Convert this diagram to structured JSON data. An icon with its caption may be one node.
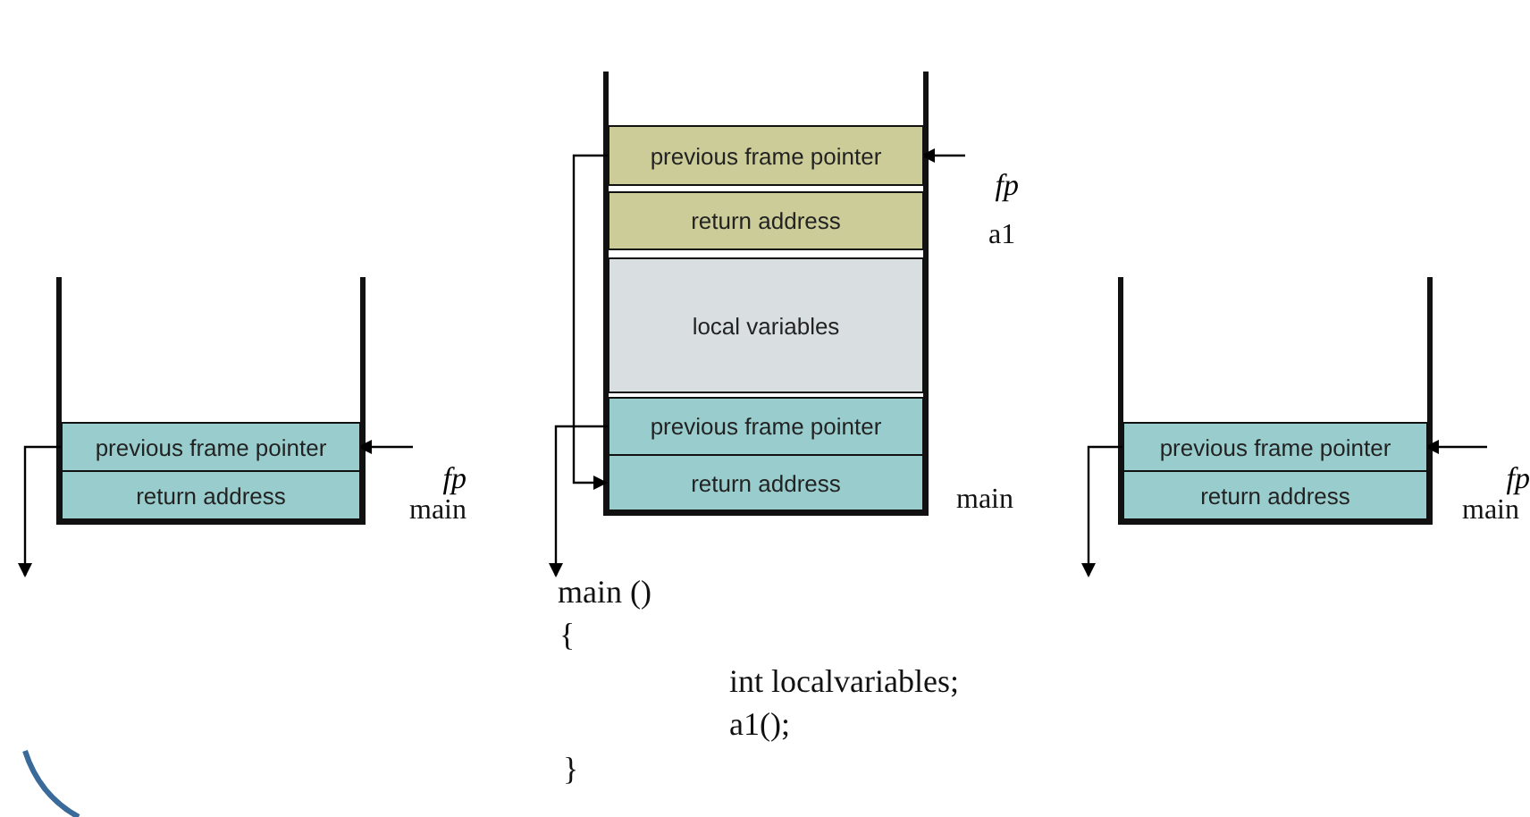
{
  "diagram": {
    "nodes": [
      {
        "text": [
          "previous frame pointer"
        ]
      },
      {
        "text": [
          "return address"
        ]
      },
      {
        "text": [
          "fp"
        ]
      },
      {
        "text": [
          "previous frame pointer"
        ]
      },
      {
        "text": [
          "return address"
        ]
      },
      {
        "text": [
          "local variables"
        ]
      },
      {
        "text": [
          "previous frame pointer"
        ]
      },
      {
        "text": [
          "return address"
        ]
      },
      {
        "text": [
          "fp"
        ]
      },
      {
        "text": [
          "previous frame pointer"
        ]
      },
      {
        "text": [
          "return address"
        ]
      },
      {
        "text": [
          "fp"
        ]
      },
      {
        "text": [
          "main ()"
        ]
      }
    ],
    "edges": [
      {
        "from": 2,
        "to": 0,
        "arrow": "to"
      },
      {
        "from": 0,
        "to": null,
        "arrow": "to"
      },
      {
        "from": 8,
        "to": 3,
        "arrow": "to"
      },
      {
        "from": 3,
        "to": 7,
        "arrow": "to"
      },
      {
        "from": 6,
        "to": 12,
        "arrow": "to"
      },
      {
        "from": 11,
        "to": 9,
        "arrow": "to"
      },
      {
        "from": 9,
        "to": null,
        "arrow": "to"
      }
    ],
    "labels": [
      "main",
      "a1",
      "main",
      "main",
      "{",
      "int localvariables;",
      "a1();",
      "}"
    ]
  }
}
